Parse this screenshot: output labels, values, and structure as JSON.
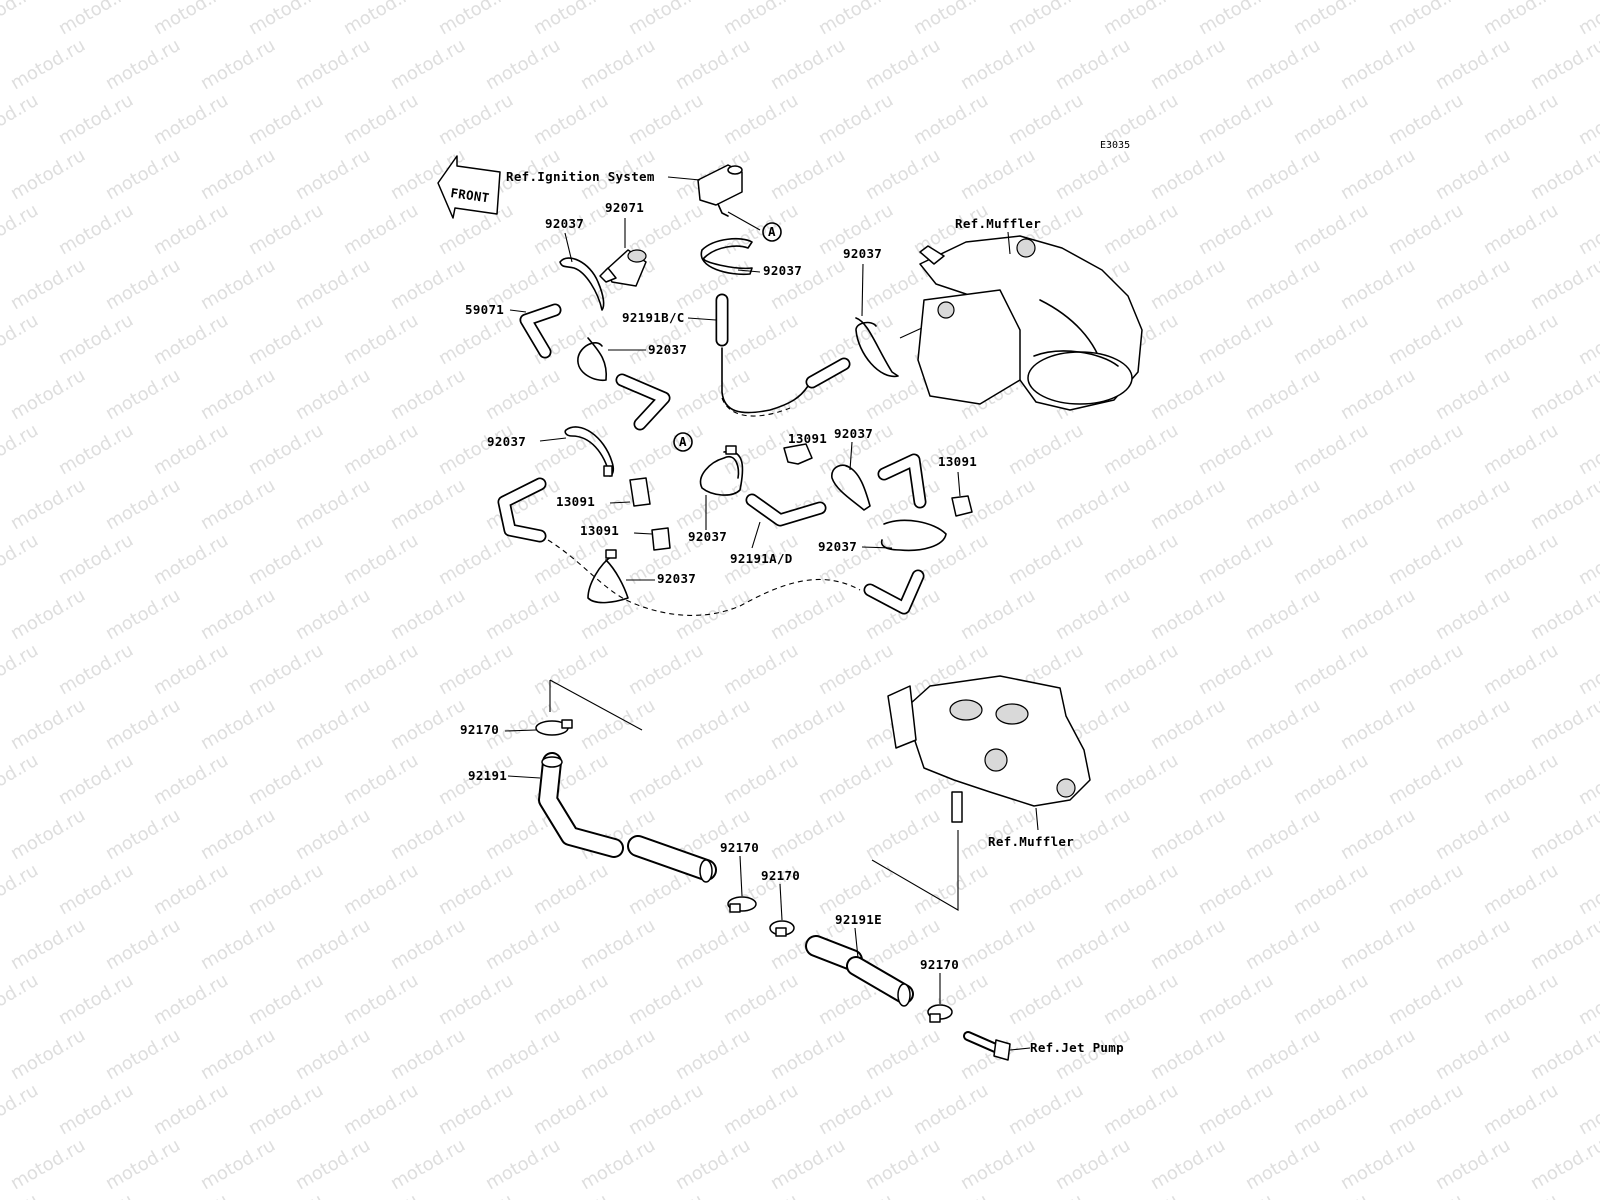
{
  "watermark": "motod.ru",
  "diagram_code": "E3035",
  "front_label": "FRONT",
  "reference_labels": {
    "ignition": "Ref.Ignition System",
    "muffler_top": "Ref.Muffler",
    "muffler_bottom": "Ref.Muffler",
    "jet_pump": "Ref.Jet Pump"
  },
  "connector_marks": {
    "a1": "A",
    "a2": "A"
  },
  "part_labels": {
    "p92071": "92071",
    "p92037_a": "92037",
    "p92037_b": "92037",
    "p59071": "59071",
    "p92191bc": "92191B/C",
    "p92037_c": "92037",
    "p92037_d": "92037",
    "p13091_a": "13091",
    "p92037_e": "92037",
    "p92037_f": "92037",
    "p13091_b": "13091",
    "p13091_c": "13091",
    "p13091_d": "13091",
    "p92037_g": "92037",
    "p92191ad": "92191A/D",
    "p92037_h": "92037",
    "p92037_i": "92037",
    "p92170_a": "92170",
    "p92191": "92191",
    "p92170_b": "92170",
    "p92170_c": "92170",
    "p92191e": "92191E",
    "p92170_d": "92170"
  }
}
